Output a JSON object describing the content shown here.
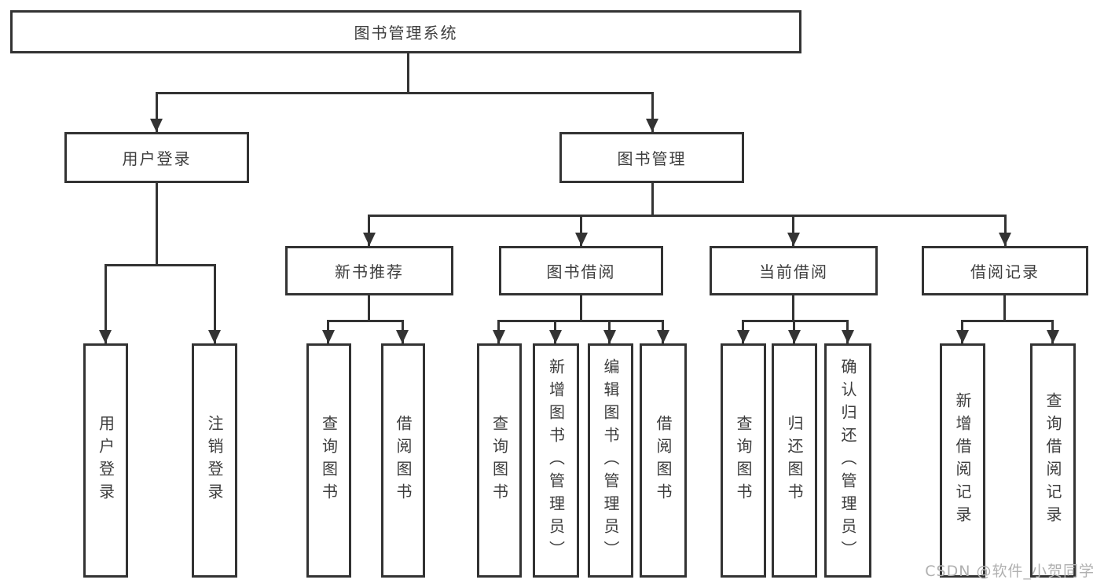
{
  "tree": {
    "label": "图书管理系统",
    "children": [
      {
        "label": "用户登录",
        "children": [
          {
            "label": "用户登录"
          },
          {
            "label": "注销登录"
          }
        ]
      },
      {
        "label": "图书管理",
        "children": [
          {
            "label": "新书推荐",
            "children": [
              {
                "label": "查询图书"
              },
              {
                "label": "借阅图书"
              }
            ]
          },
          {
            "label": "图书借阅",
            "children": [
              {
                "label": "查询图书"
              },
              {
                "label": "新增图书（管理员）"
              },
              {
                "label": "编辑图书（管理员）"
              },
              {
                "label": "借阅图书"
              }
            ]
          },
          {
            "label": "当前借阅",
            "children": [
              {
                "label": "查询图书"
              },
              {
                "label": "归还图书"
              },
              {
                "label": "确认归还（管理员）"
              }
            ]
          },
          {
            "label": "借阅记录",
            "children": [
              {
                "label": "新增借阅记录"
              },
              {
                "label": "查询借阅记录"
              }
            ]
          }
        ]
      }
    ]
  },
  "watermark": "CSDN @软件_小贺同学",
  "colors": {
    "line": "#333333",
    "text": "#3d3d3d",
    "background": "#ffffff",
    "watermark": "#b0b0b0"
  }
}
